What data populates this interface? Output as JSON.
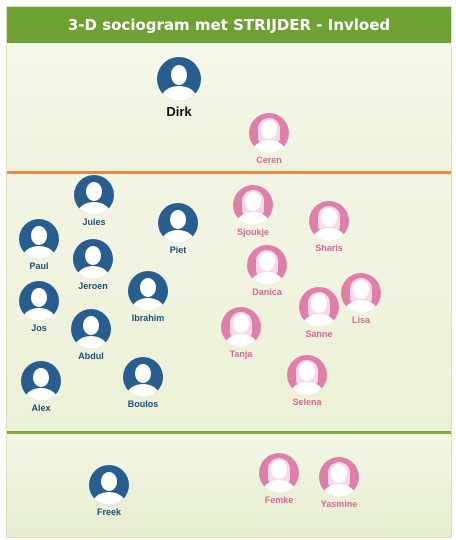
{
  "title": "3-D sociogram met STRIJDER - Invloed",
  "colors": {
    "title_bar": "#6ea132",
    "boy_avatar": "#285d8f",
    "girl_avatar": "#de7faa",
    "divider_top": "#e98a4a",
    "divider_bottom": "#7fae3a"
  },
  "people": {
    "dirk": {
      "name": "Dirk",
      "gender": "boy"
    },
    "ceren": {
      "name": "Ceren",
      "gender": "girl"
    },
    "jules": {
      "name": "Jules",
      "gender": "boy"
    },
    "paul": {
      "name": "Paul",
      "gender": "boy"
    },
    "piet": {
      "name": "Piet",
      "gender": "boy"
    },
    "jeroen": {
      "name": "Jeroen",
      "gender": "boy"
    },
    "jos": {
      "name": "Jos",
      "gender": "boy"
    },
    "ibrahim": {
      "name": "Ibrahim",
      "gender": "boy"
    },
    "abdul": {
      "name": "Abdul",
      "gender": "boy"
    },
    "alex": {
      "name": "Alex",
      "gender": "boy"
    },
    "boulos": {
      "name": "Boulos",
      "gender": "boy"
    },
    "sjoukje": {
      "name": "Sjoukje",
      "gender": "girl"
    },
    "sharis": {
      "name": "Sharis",
      "gender": "girl"
    },
    "danica": {
      "name": "Danica",
      "gender": "girl"
    },
    "tanja": {
      "name": "Tanja",
      "gender": "girl"
    },
    "sanne": {
      "name": "Sanne",
      "gender": "girl"
    },
    "lisa": {
      "name": "Lisa",
      "gender": "girl"
    },
    "selena": {
      "name": "Selena",
      "gender": "girl"
    },
    "freek": {
      "name": "Freek",
      "gender": "boy"
    },
    "femke": {
      "name": "Femke",
      "gender": "girl"
    },
    "yasmine": {
      "name": "Yasmine",
      "gender": "girl"
    }
  }
}
